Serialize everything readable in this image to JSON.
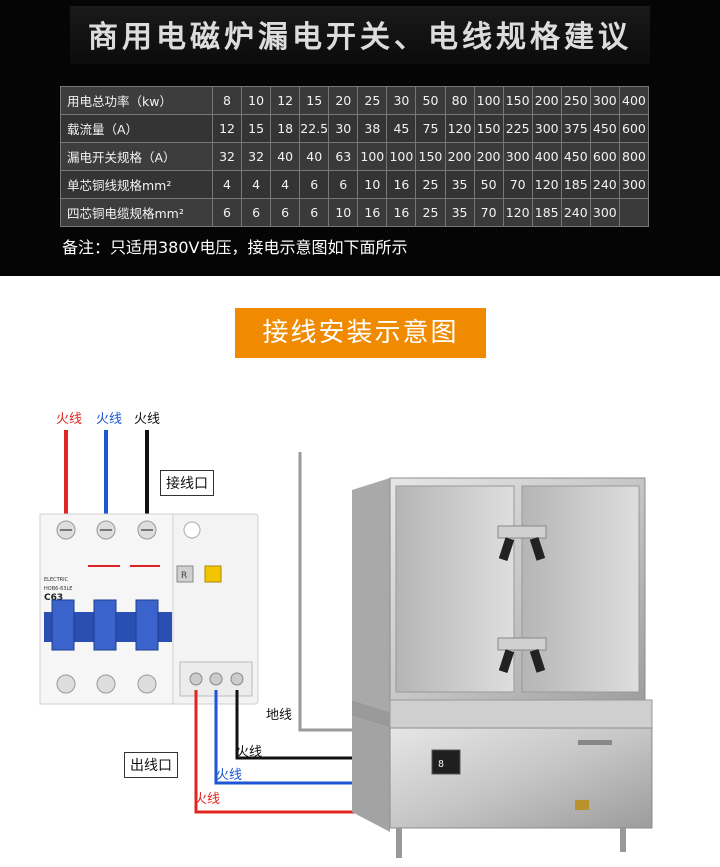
{
  "header": {
    "title": "商用电磁炉漏电开关、电线规格建议",
    "note": "备注：只适用380V电压，接电示意图如下面所示"
  },
  "table": {
    "rows": [
      {
        "label": "用电总功率（kw）",
        "values": [
          "8",
          "10",
          "12",
          "15",
          "20",
          "25",
          "30",
          "50",
          "80",
          "100",
          "150",
          "200",
          "250",
          "300",
          "400"
        ]
      },
      {
        "label": "载流量（A）",
        "values": [
          "12",
          "15",
          "18",
          "22.5",
          "30",
          "38",
          "45",
          "75",
          "120",
          "150",
          "225",
          "300",
          "375",
          "450",
          "600"
        ]
      },
      {
        "label": "漏电开关规格（A）",
        "values": [
          "32",
          "32",
          "40",
          "40",
          "63",
          "100",
          "100",
          "150",
          "200",
          "200",
          "300",
          "400",
          "450",
          "600",
          "800"
        ]
      },
      {
        "label": "单芯铜线规格mm²",
        "values": [
          "4",
          "4",
          "4",
          "6",
          "6",
          "10",
          "16",
          "25",
          "35",
          "50",
          "70",
          "120",
          "185",
          "240",
          "300"
        ]
      },
      {
        "label": "四芯铜电缆规格mm²",
        "values": [
          "6",
          "6",
          "6",
          "6",
          "10",
          "16",
          "16",
          "25",
          "35",
          "70",
          "120",
          "185",
          "240",
          "300",
          ""
        ]
      }
    ]
  },
  "diagram": {
    "button": "接线安装示意图",
    "input_label": "接线口",
    "output_label": "出线口",
    "wires_top": [
      "火线",
      "火线",
      "火线"
    ],
    "wires_bottom": [
      "火线",
      "火线",
      "火线"
    ],
    "ground": "地线",
    "breaker": {
      "brand": "ELECTRIC",
      "model": "HOB6-63LE",
      "rating": "C63"
    },
    "colors": {
      "red": "#e0261f",
      "blue": "#1a56d6",
      "black": "#111111",
      "gray": "#9a9a9a",
      "orange": "#f08a00"
    }
  }
}
